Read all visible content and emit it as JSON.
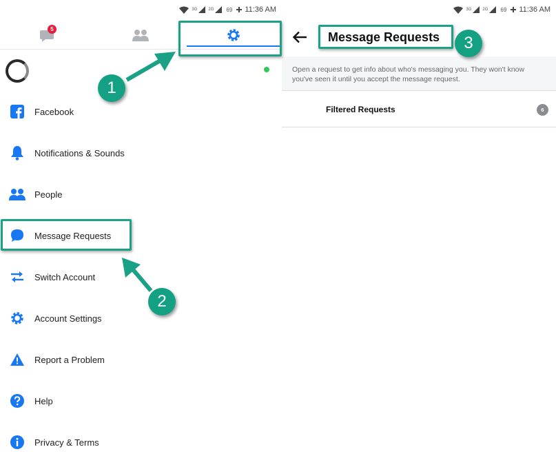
{
  "status_bar": {
    "signal_a": "3G",
    "signal_b": "2G",
    "battery": "69",
    "time": "11:36 AM"
  },
  "tabs": {
    "chats_badge": "5",
    "active": "settings"
  },
  "menu": {
    "items": [
      {
        "label": "Facebook",
        "icon": "facebook-icon"
      },
      {
        "label": "Notifications & Sounds",
        "icon": "bell-icon"
      },
      {
        "label": "People",
        "icon": "people-icon"
      },
      {
        "label": "Message Requests",
        "icon": "chat-bubble-icon"
      },
      {
        "label": "Switch Account",
        "icon": "swap-icon"
      },
      {
        "label": "Account Settings",
        "icon": "gear-icon"
      },
      {
        "label": "Report a Problem",
        "icon": "warning-icon"
      },
      {
        "label": "Help",
        "icon": "question-icon"
      },
      {
        "label": "Privacy & Terms",
        "icon": "info-icon"
      }
    ]
  },
  "message_requests": {
    "title": "Message Requests",
    "info": "Open a request to get info about who's messaging you. They won't know you've seen it until you accept the message request.",
    "filtered_label": "Filtered Requests",
    "filtered_count": "6"
  },
  "annotations": {
    "step1": "1",
    "step2": "2",
    "step3": "3"
  },
  "colors": {
    "accent": "#1877f2",
    "annotation": "#1aa186",
    "badge_red": "#e41e3f",
    "online": "#31c85b"
  }
}
